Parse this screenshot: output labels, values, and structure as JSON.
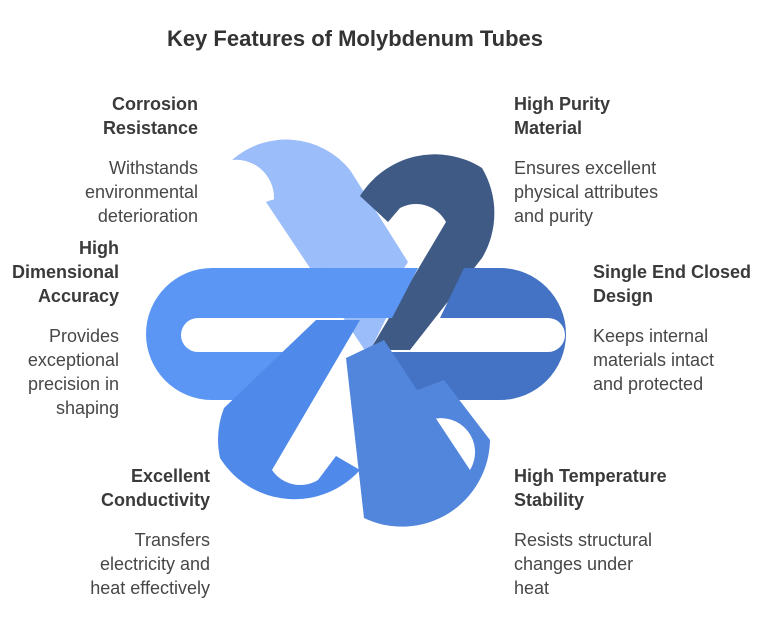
{
  "title": "Key Features of Molybdenum Tubes",
  "features": [
    {
      "heading_lines": [
        "Corrosion",
        "Resistance"
      ],
      "desc_lines": [
        "Withstands",
        "environmental",
        "deterioration"
      ],
      "color": "#9bbdfa"
    },
    {
      "heading_lines": [
        "High Purity",
        "Material"
      ],
      "desc_lines": [
        "Ensures excellent",
        "physical attributes",
        "and purity"
      ],
      "color": "#3f5a85"
    },
    {
      "heading_lines": [
        "High",
        "Dimensional",
        "Accuracy"
      ],
      "desc_lines": [
        "Provides",
        "exceptional",
        "precision in",
        "shaping"
      ],
      "color": "#5b96f5"
    },
    {
      "heading_lines": [
        "Single End Closed",
        "Design"
      ],
      "desc_lines": [
        "Keeps internal",
        "materials intact",
        "and protected"
      ],
      "color": "#4472c4"
    },
    {
      "heading_lines": [
        "Excellent",
        "Conductivity"
      ],
      "desc_lines": [
        "Transfers",
        "electricity and",
        "heat effectively"
      ],
      "color": "#4f8aea"
    },
    {
      "heading_lines": [
        "High Temperature",
        "Stability"
      ],
      "desc_lines": [
        "Resists structural",
        "changes under",
        "heat"
      ],
      "color": "#5285dc"
    }
  ]
}
